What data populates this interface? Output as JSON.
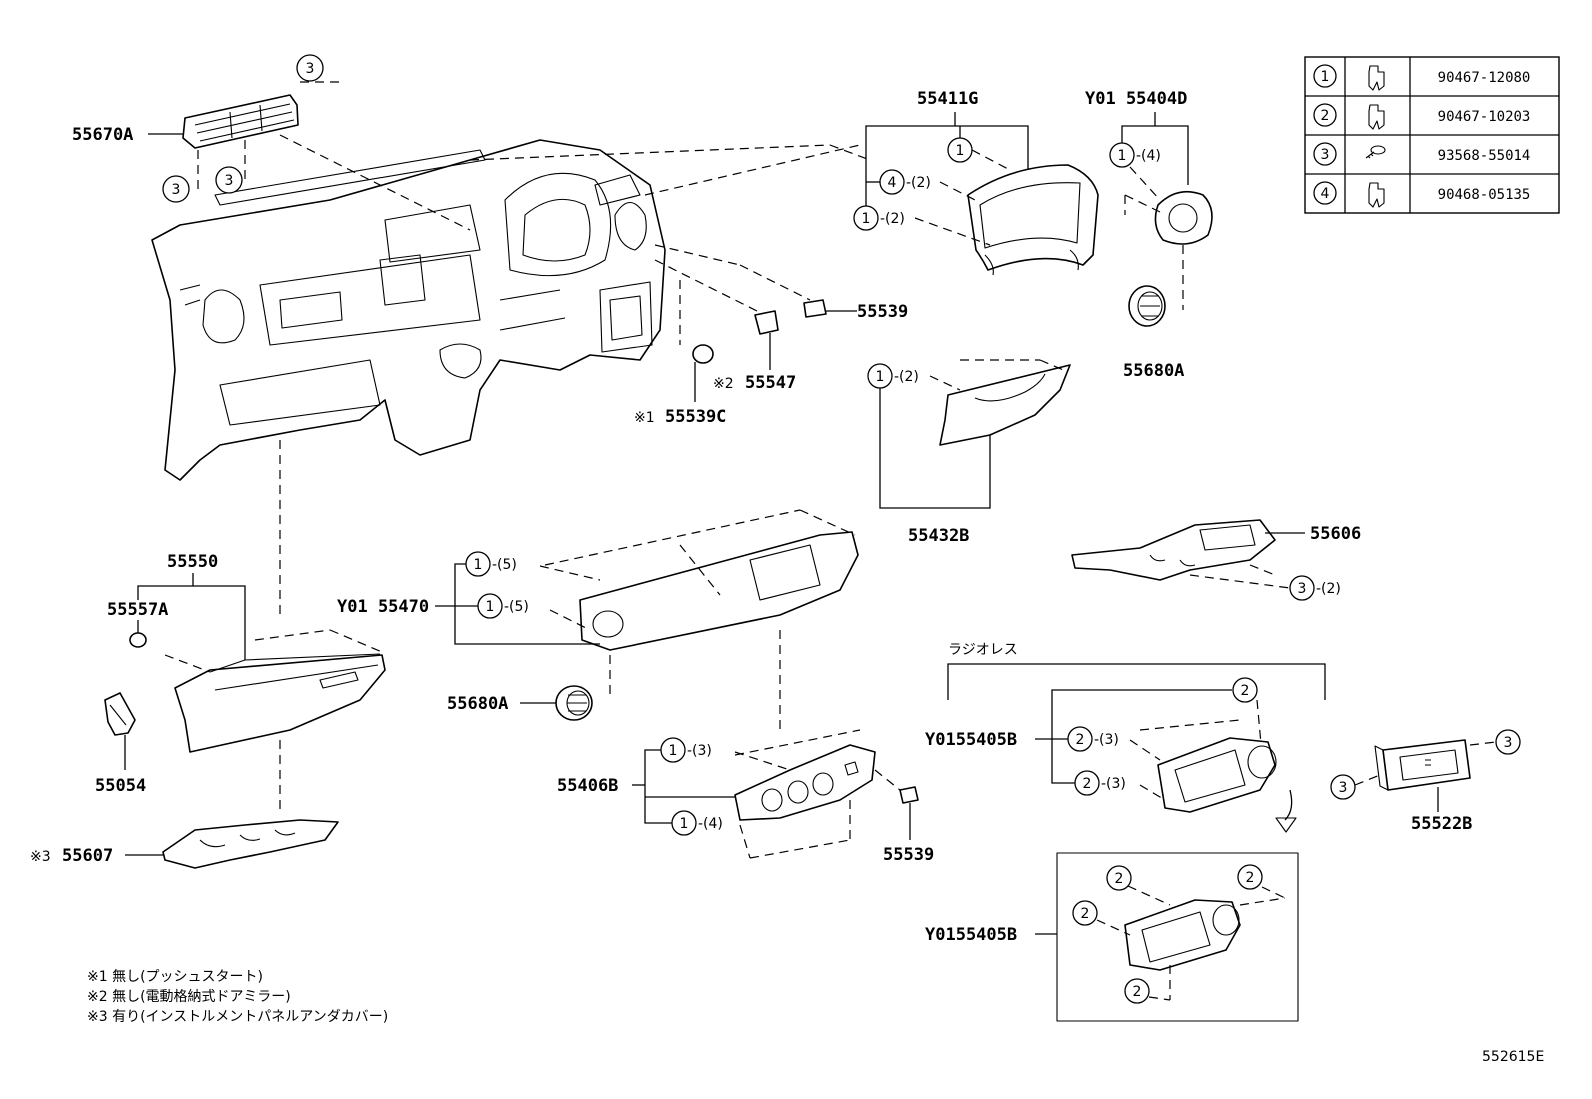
{
  "fastener_table": [
    {
      "key": "1",
      "part": "90467-12080",
      "icon": "clip-icon"
    },
    {
      "key": "2",
      "part": "90467-10203",
      "icon": "clip-icon"
    },
    {
      "key": "3",
      "part": "93568-55014",
      "icon": "screw-icon"
    },
    {
      "key": "4",
      "part": "90468-05135",
      "icon": "clip-icon"
    }
  ],
  "parts": {
    "p55670A": "55670A",
    "p55411G": "55411G",
    "p55404D": "Y01 55404D",
    "p55539_top": "55539",
    "p55547": "55547",
    "p55539C": "55539C",
    "p55680A_r": "55680A",
    "p55432B": "55432B",
    "p55606": "55606",
    "p55550": "55550",
    "p55557A": "55557A",
    "p55470": "Y01 55470",
    "p55680A_l": "55680A",
    "p55054": "55054",
    "p55406B": "55406B",
    "p55539_bot": "55539",
    "p55607": "55607",
    "p55405B_a": "Y0155405B",
    "p55405B_b": "Y0155405B",
    "p55522B": "55522B"
  },
  "marks": {
    "m1": "※1",
    "m2": "※2",
    "m3": "※3"
  },
  "qty": {
    "q2": "-(2)",
    "q3": "-(3)",
    "q4": "-(4)",
    "q5": "-(5)"
  },
  "radio_label": "ラジオレス",
  "notes": [
    "※1 無し(プッシュスタート)",
    "※2 無し(電動格納式ドアミラー)",
    "※3 有り(インストルメントパネルアンダカバー)"
  ],
  "diagram_id": "552615E"
}
